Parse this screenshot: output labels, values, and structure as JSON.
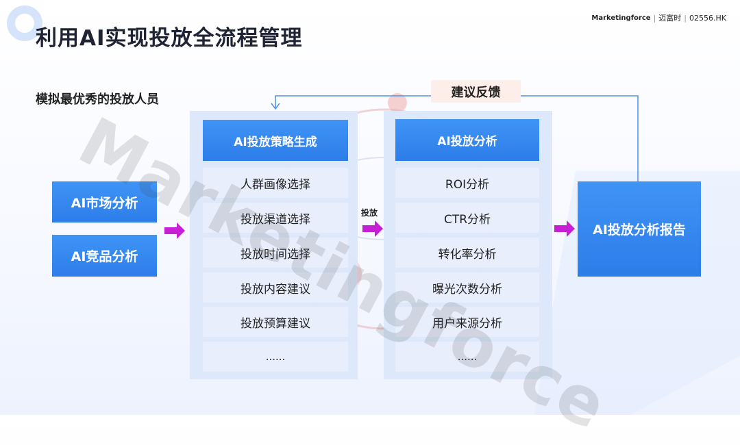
{
  "header": {
    "title": "利用AI实现投放全流程管理",
    "logo_brand": "Marketingforce",
    "logo_cn": "迈富时",
    "logo_code": "02556.HK"
  },
  "subtitle": "模拟最优秀的投放人员",
  "feedback_label": "建议反馈",
  "inputs": [
    "AI市场分析",
    "AI竞品分析"
  ],
  "strategy": {
    "header": "AI投放策略生成",
    "items": [
      "人群画像选择",
      "投放渠道选择",
      "投放时间选择",
      "投放内容建议",
      "投放预算建议",
      "......"
    ]
  },
  "deliver_label": "投放",
  "analysis": {
    "header": "AI投放分析",
    "items": [
      "ROI分析",
      "CTR分析",
      "转化率分析",
      "曝光次数分析",
      "用户来源分析",
      "......"
    ]
  },
  "report_label": "AI投放分析报告",
  "watermark": "Marketingforce",
  "colors": {
    "accent_blue": "#2d7de9",
    "arrow_magenta": "#c81fd6",
    "panel": "#dbe8fb"
  }
}
